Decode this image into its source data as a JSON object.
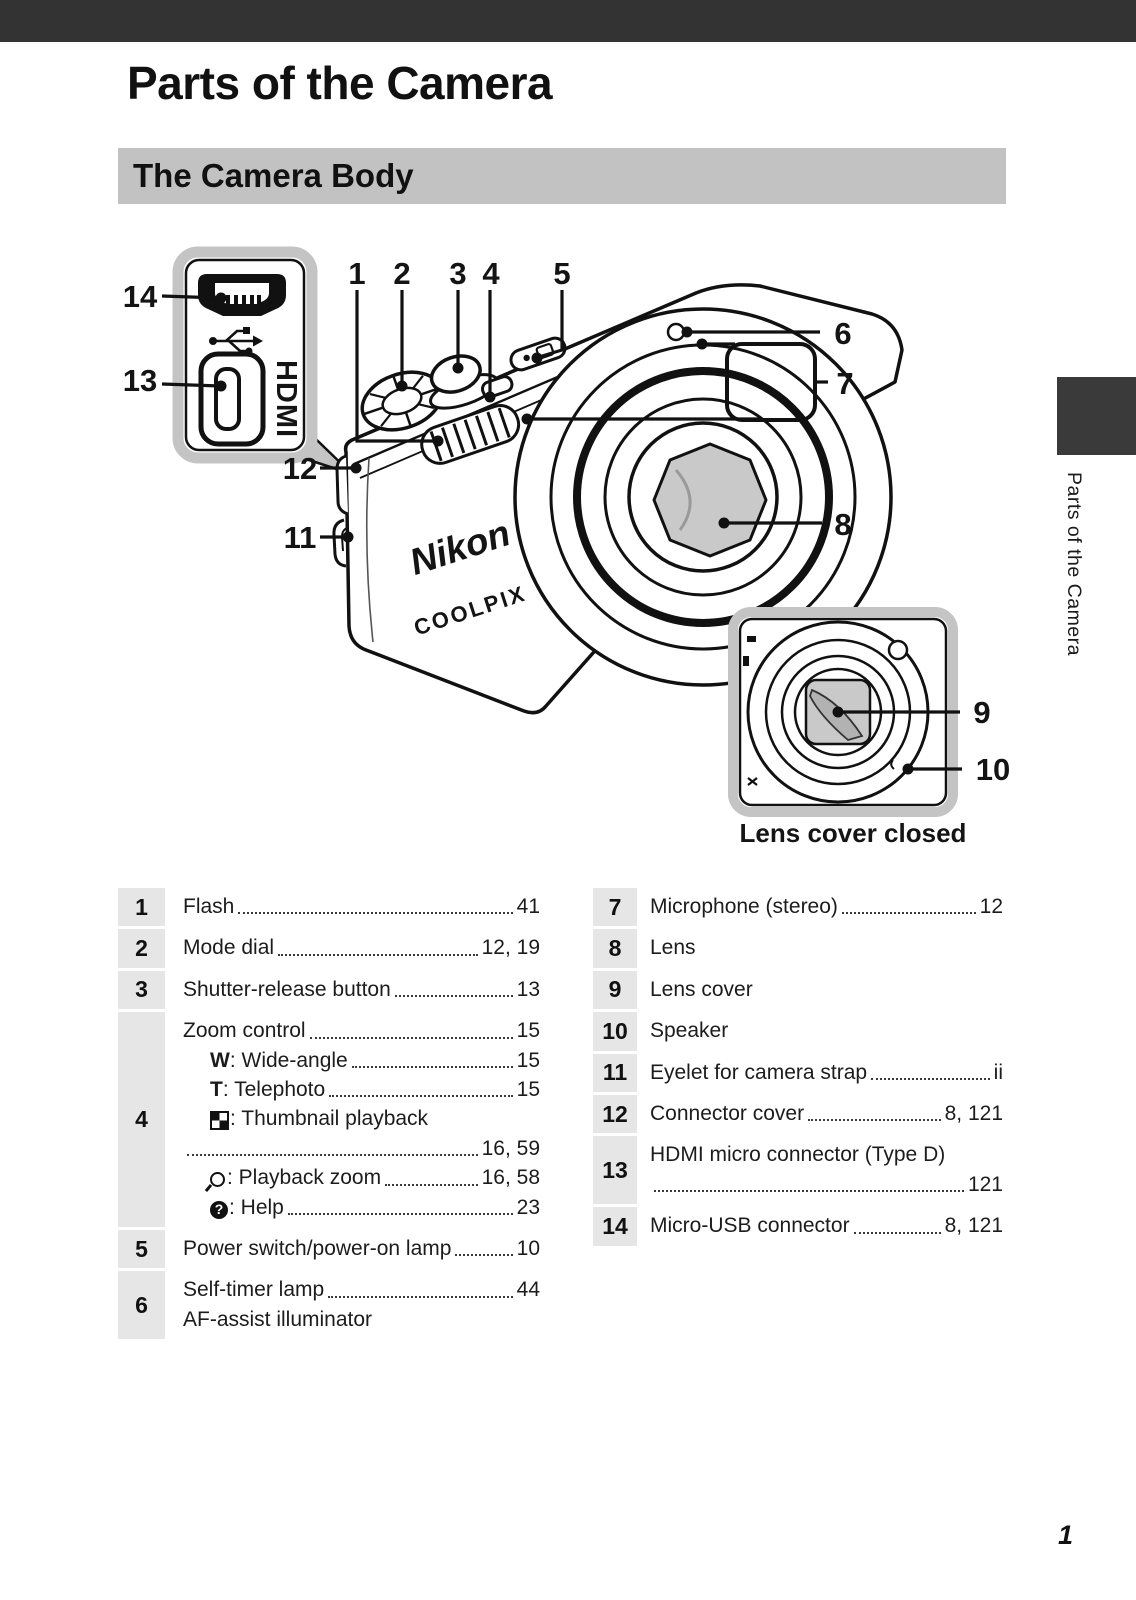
{
  "page": {
    "title": "Parts of the Camera",
    "section": "The Camera Body",
    "sidebar_tab": "Parts of the Camera",
    "page_number": "1"
  },
  "diagram": {
    "caption": "Lens cover closed",
    "brand": {
      "logo": "Nikon",
      "model": "COOLPIX",
      "hdmi_logo": "HDMI"
    },
    "callouts": {
      "c1": "1",
      "c2": "2",
      "c3": "3",
      "c4": "4",
      "c5": "5",
      "c6": "6",
      "c7": "7",
      "c8": "8",
      "c9": "9",
      "c10": "10",
      "c11": "11",
      "c12": "12",
      "c13": "13",
      "c14": "14"
    }
  },
  "parts_table": {
    "left": [
      {
        "num": "1",
        "lines": [
          {
            "text": "Flash",
            "page": "41"
          }
        ]
      },
      {
        "num": "2",
        "lines": [
          {
            "text": "Mode dial",
            "page": "12, 19"
          }
        ]
      },
      {
        "num": "3",
        "lines": [
          {
            "text": "Shutter-release button",
            "page": "13"
          }
        ]
      },
      {
        "num": "4",
        "lines": [
          {
            "text": "Zoom control",
            "page": "15"
          },
          {
            "icon": "wide-angle",
            "glyph": "W",
            "text": ": Wide-angle",
            "page": "15",
            "indent": true
          },
          {
            "icon": "telephoto",
            "glyph": "T",
            "text": ": Telephoto",
            "page": "15",
            "indent": true
          },
          {
            "icon": "thumbnail-playback",
            "text": ": Thumbnail playback",
            "indent": true
          },
          {
            "page": "16, 59"
          },
          {
            "icon": "playback-zoom",
            "text": ": Playback zoom",
            "page": "16, 58",
            "indent": true
          },
          {
            "icon": "help",
            "glyph": "?",
            "text": ": Help",
            "page": "23",
            "indent": true
          }
        ]
      },
      {
        "num": "5",
        "lines": [
          {
            "text": "Power switch/power-on lamp",
            "page": "10"
          }
        ]
      },
      {
        "num": "6",
        "lines": [
          {
            "text": "Self-timer lamp",
            "page": "44"
          },
          {
            "text": "AF-assist illuminator"
          }
        ]
      }
    ],
    "right": [
      {
        "num": "7",
        "lines": [
          {
            "text": "Microphone (stereo)",
            "page": "12"
          }
        ]
      },
      {
        "num": "8",
        "lines": [
          {
            "text": "Lens"
          }
        ]
      },
      {
        "num": "9",
        "lines": [
          {
            "text": "Lens cover"
          }
        ]
      },
      {
        "num": "10",
        "lines": [
          {
            "text": "Speaker"
          }
        ]
      },
      {
        "num": "11",
        "lines": [
          {
            "text": "Eyelet for camera strap",
            "page": "ii"
          }
        ]
      },
      {
        "num": "12",
        "lines": [
          {
            "text": "Connector cover",
            "page": "8, 121"
          }
        ]
      },
      {
        "num": "13",
        "lines": [
          {
            "text": "HDMI micro connector (Type D)"
          },
          {
            "page": "121"
          }
        ]
      },
      {
        "num": "14",
        "lines": [
          {
            "text": "Micro-USB connector",
            "page": "8, 121"
          }
        ]
      }
    ]
  },
  "colors": {
    "top_bar": "#333333",
    "banner_bg": "#c2c2c2",
    "number_cell_bg": "#e6e6e6",
    "side_tab_bg": "#3a3a3a",
    "callout_frame": "#c4c4c4",
    "lens_glass": "#c9c9c9"
  }
}
